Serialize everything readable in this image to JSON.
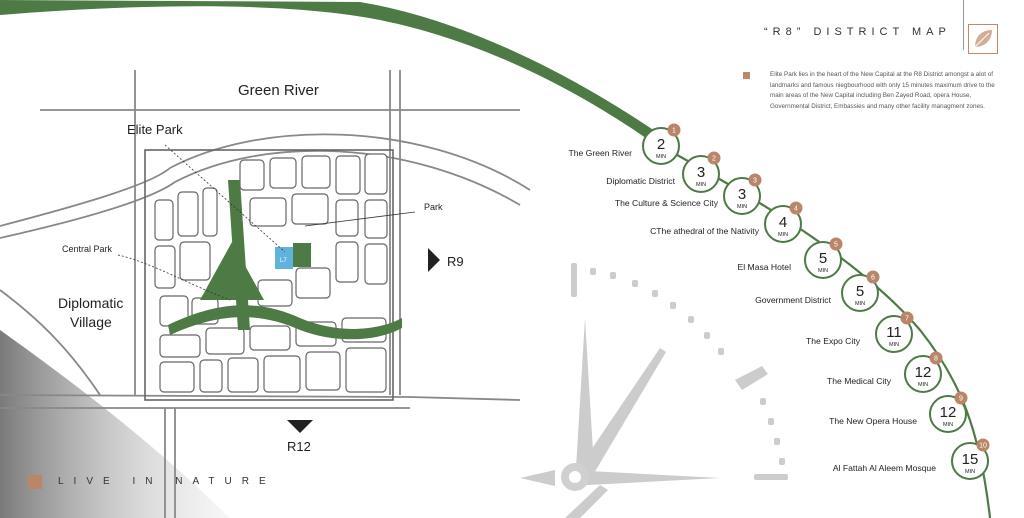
{
  "header": {
    "title": "“R8” DISTRICT MAP",
    "logo_icon": "leaf-icon"
  },
  "description": "Elite Park lies in the heart of the New Capital at the R8 District amongst a alot of landmarks and famous niegbourhood with only 15 minutes maximum drive to the main areas of the New Capital including Ben Zayed Road, opera House, Governmental District, Embassies and many other facility managment zones.",
  "map_labels": {
    "green_river": "Green River",
    "elite_park": "Elite Park",
    "park": "Park",
    "central_park": "Central Park",
    "diplomatic_village_1": "Diplomatic",
    "diplomatic_village_2": "Village",
    "r9": "R9",
    "r12": "R12",
    "plot": "L7"
  },
  "destinations": [
    {
      "num": "1",
      "name": "The Green River",
      "minutes": "2",
      "unit": "MIN"
    },
    {
      "num": "2",
      "name": "Diplomatic District",
      "minutes": "3",
      "unit": "MIN"
    },
    {
      "num": "3",
      "name": "The Culture & Science City",
      "minutes": "3",
      "unit": "MIN"
    },
    {
      "num": "4",
      "name": "CThe athedral of the Nativity",
      "minutes": "4",
      "unit": "MIN"
    },
    {
      "num": "5",
      "name": "El Masa Hotel",
      "minutes": "5",
      "unit": "MIN"
    },
    {
      "num": "6",
      "name": "Government District",
      "minutes": "5",
      "unit": "MIN"
    },
    {
      "num": "7",
      "name": "The Expo City",
      "minutes": "11",
      "unit": "MIN"
    },
    {
      "num": "8",
      "name": "The Medical City",
      "minutes": "12",
      "unit": "MIN"
    },
    {
      "num": "9",
      "name": "The New Opera House",
      "minutes": "12",
      "unit": "MIN"
    },
    {
      "num": "10",
      "name": "Al Fattah Al Aleem Mosque",
      "minutes": "15",
      "unit": "MIN"
    }
  ],
  "tagline": "LIVE IN NATURE",
  "colors": {
    "green": "#4e7a45",
    "accent": "#b9866a",
    "road": "#8a8a8a"
  }
}
